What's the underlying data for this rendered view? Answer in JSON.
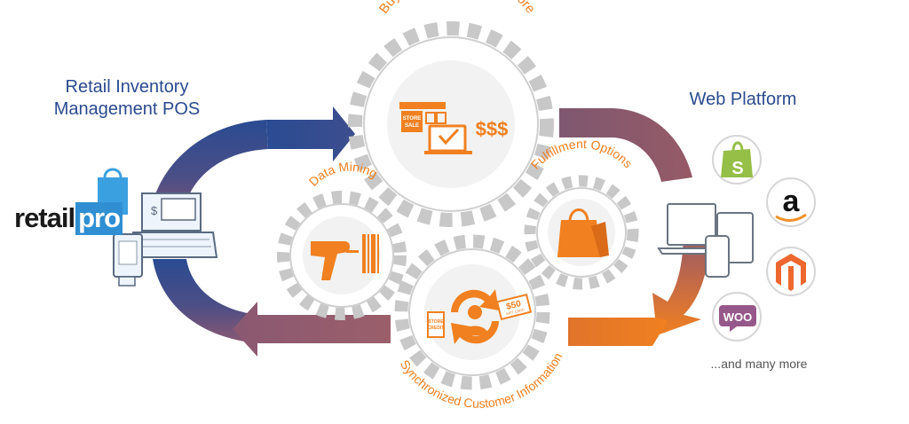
{
  "pos": {
    "title_line1": "Retail Inventory",
    "title_line2": "Management POS",
    "brand_main": "retail",
    "brand_accent": "pro"
  },
  "web": {
    "title": "Web Platform",
    "more": "...and many more",
    "platforms": [
      {
        "name": "Shopify",
        "icon": "shopify-icon",
        "color": "#95bf47"
      },
      {
        "name": "Amazon",
        "icon": "amazon-icon",
        "color": "#111111"
      },
      {
        "name": "Magento",
        "icon": "magento-icon",
        "color": "#ee672f"
      },
      {
        "name": "WooCommerce",
        "icon": "woocommerce-icon",
        "color": "#96588a"
      }
    ]
  },
  "gears": {
    "top": "Buy Online, Pick Up at Store",
    "left": "Data Mining",
    "right": "Fulfillment Options",
    "bottom": "Synchronized Customer Information"
  },
  "icon_text": {
    "store_sale_1": "STORE",
    "store_sale_2": "SALE",
    "dollars": "$$$",
    "pos_screen": "$",
    "store_card_1": "STORE",
    "store_card_2": "CREDIT",
    "gift_amount": "$50",
    "gift_label": "GIFT CARD"
  },
  "colors": {
    "accent_orange": "#f08020",
    "blue": "#2b4a8e",
    "arrow_mauve": "#8e5a6a",
    "gear": "#c8c8c8"
  }
}
